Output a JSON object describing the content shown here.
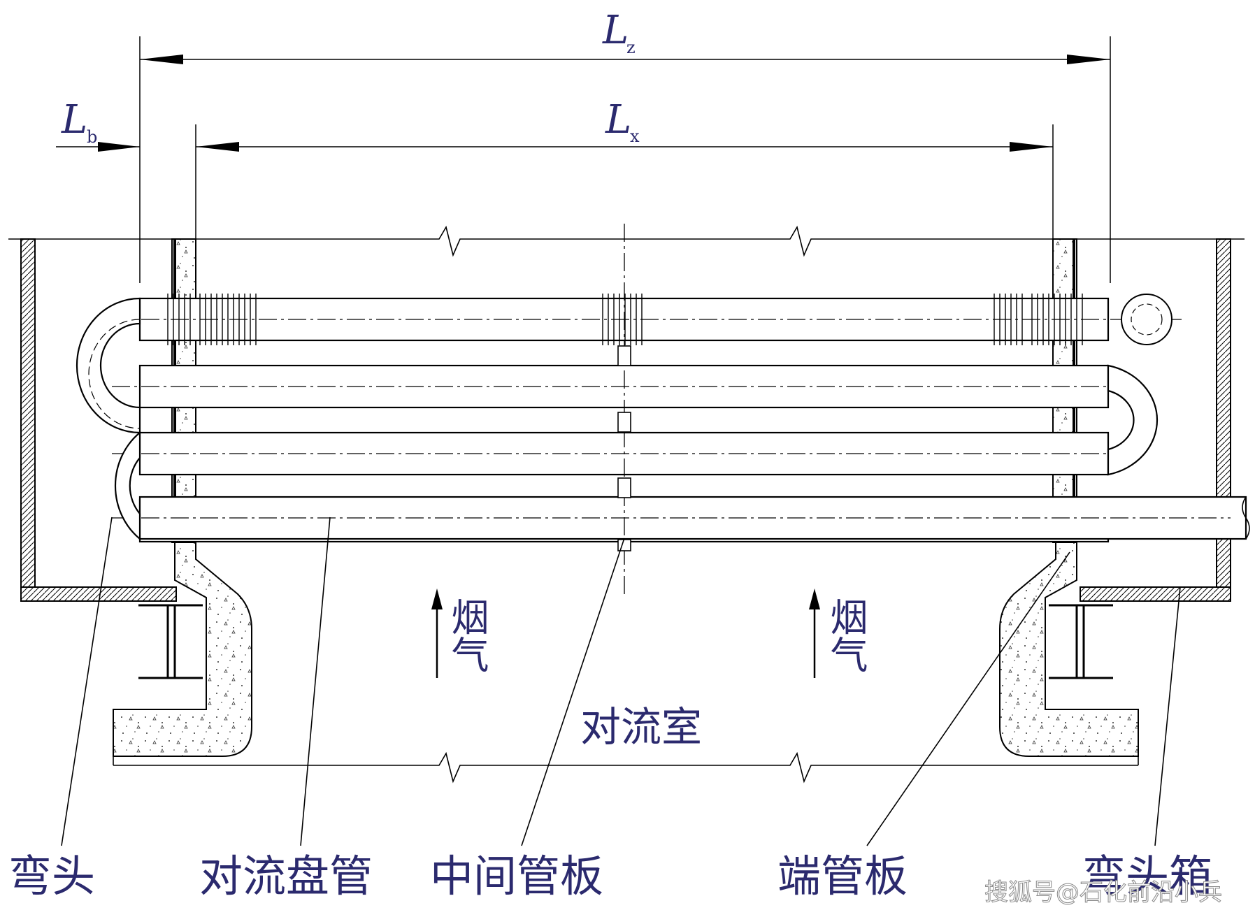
{
  "labels": {
    "dim_total_main": "L",
    "dim_total_sub": "z",
    "dim_effective_main": "L",
    "dim_effective_sub": "x",
    "dim_bend_main": "L",
    "dim_bend_sub": "b",
    "flue_gas_left": "烟气",
    "flue_gas_right": "烟气",
    "convection_chamber": "对流室",
    "return_bend": "弯头",
    "convection_coil": "对流盘管",
    "intermediate_tube_sheet": "中间管板",
    "end_tube_sheet": "端管板",
    "header_box": "弯头箱"
  },
  "watermark": "搜狐号@石化前沿小兵",
  "colors": {
    "label": "#2b2a6e",
    "line": "#000000",
    "background": "#ffffff"
  }
}
